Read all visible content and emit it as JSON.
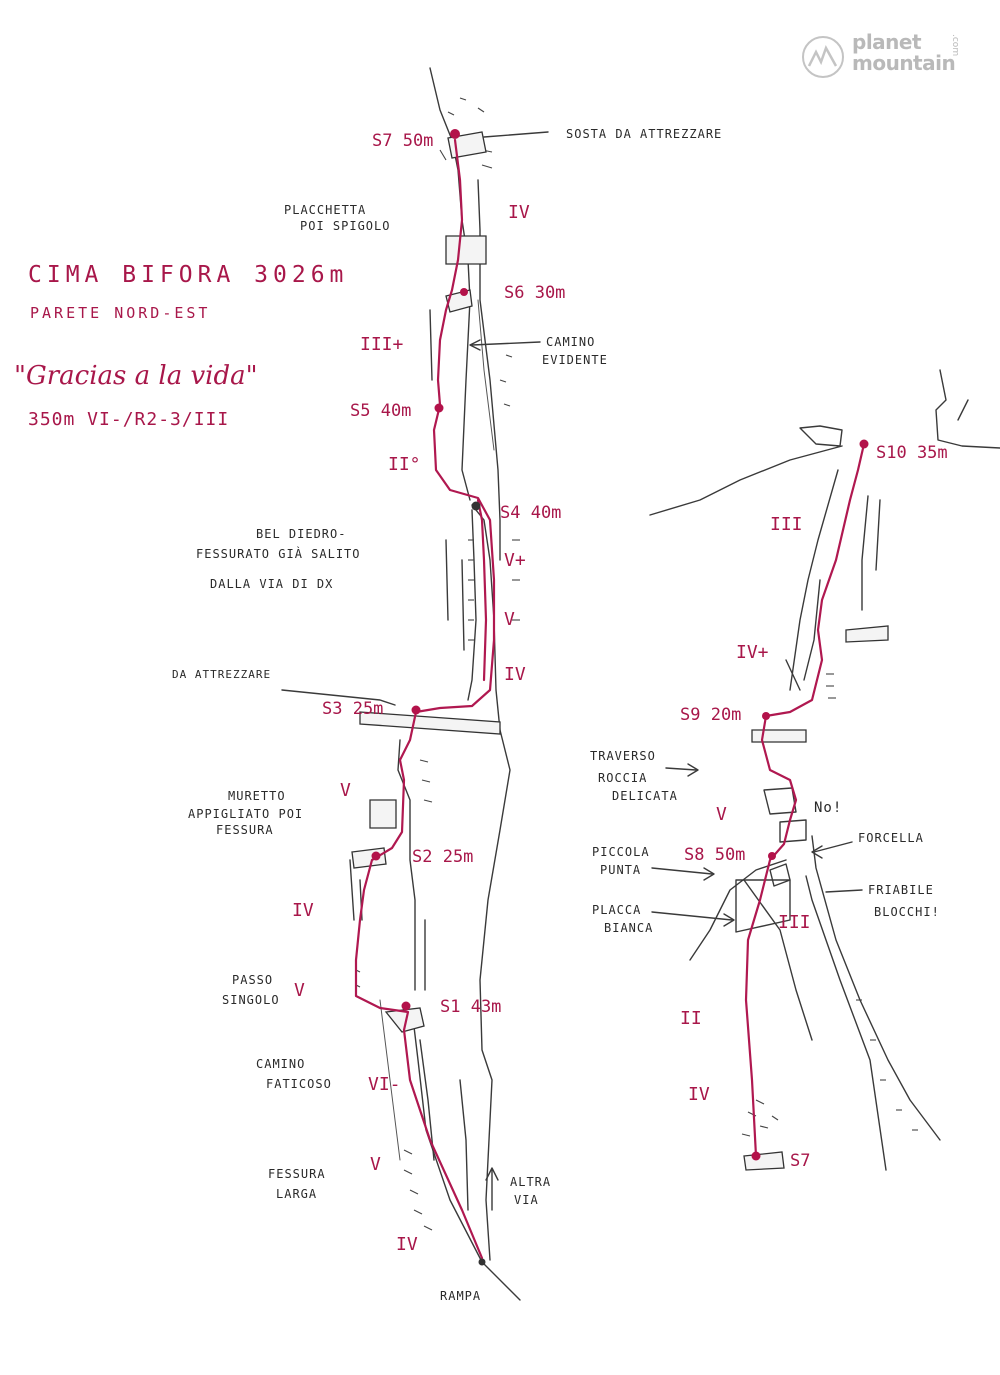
{
  "header": {
    "peak": "CIMA BIFORA 3026m",
    "face": "PARETE NORD-EST",
    "route_name": "\"Gracias a la vida\"",
    "grade": "350m VI-/R2-3/III"
  },
  "logo": {
    "line1": "planet",
    "line2": "mountain",
    "com": ".com"
  },
  "belays": [
    {
      "id": "s7top",
      "label": "S7 50m"
    },
    {
      "id": "s6",
      "label": "S6 30m"
    },
    {
      "id": "s5",
      "label": "S5 40m"
    },
    {
      "id": "s4",
      "label": "S4 40m"
    },
    {
      "id": "s3",
      "label": "S3 25m"
    },
    {
      "id": "s2",
      "label": "S2 25m"
    },
    {
      "id": "s1",
      "label": "S1 43m"
    },
    {
      "id": "s8",
      "label": "S8 50m"
    },
    {
      "id": "s9",
      "label": "S9 20m"
    },
    {
      "id": "s10",
      "label": "S10 35m"
    },
    {
      "id": "s7right",
      "label": "S7"
    }
  ],
  "grades": {
    "g1": "IV",
    "g2": "III+",
    "g3": "II°",
    "g4": "V+",
    "g5": "V",
    "g6": "IV",
    "g7": "V",
    "g8": "IV",
    "g9": "V",
    "g10": "VI-",
    "g11": "V",
    "g12": "IV",
    "r1": "III",
    "r2": "IV+",
    "r3": "V",
    "r4": "III",
    "r5": "II",
    "r6": "IV"
  },
  "notes": {
    "sosta": "SOSTA DA ATTREZZARE",
    "placchetta": [
      "PLACCHETTA",
      "POI SPIGOLO"
    ],
    "camino_evidente": [
      "CAMINO",
      "EVIDENTE"
    ],
    "bel_diedro": [
      "BEL DIEDRO-",
      "FESSURATO GIÀ SALITO",
      "DALLA VIA DI DX"
    ],
    "da_attrezzare": "DA ATTREZZARE",
    "muretto": [
      "MURETTO",
      "APPIGLIATO POI",
      "FESSURA"
    ],
    "passo_singolo": [
      "PASSO",
      "SINGOLO"
    ],
    "camino_faticoso": [
      "CAMINO",
      "FATICOSO"
    ],
    "fessura_larga": [
      "FESSURA",
      "LARGA"
    ],
    "altra_via": [
      "ALTRA",
      "VIA"
    ],
    "rampa": "RAMPA",
    "traverso": [
      "TRAVERSO",
      "ROCCIA",
      "DELICATA"
    ],
    "no": "No!",
    "forcella": "FORCELLA",
    "piccola_punta": [
      "PICCOLA",
      "PUNTA"
    ],
    "friabile": [
      "FRIABILE",
      "BLOCCHI!"
    ],
    "placca_bianca": [
      "PLACCA",
      "BIANCA"
    ]
  },
  "colors": {
    "route": "#b01850",
    "ink": "#2a2a2a",
    "logo": "#b9b9b9"
  }
}
